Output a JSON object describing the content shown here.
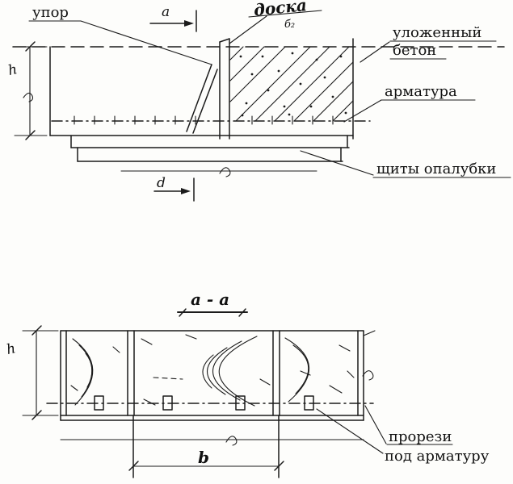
{
  "top_view": {
    "labels": {
      "upor": "упор",
      "doska": "доска",
      "doska_sub": "б₂",
      "concrete1": "уложенный",
      "concrete2": "бетон",
      "rebar": "арматура",
      "panels": "щиты опалубки"
    },
    "dims": {
      "a": "a",
      "h": "h",
      "d": "d"
    }
  },
  "section_view": {
    "labels": {
      "title": "a - a",
      "slots1": "прорези",
      "slots2": "под арматуру"
    },
    "dims": {
      "h": "h",
      "b": "b"
    }
  }
}
